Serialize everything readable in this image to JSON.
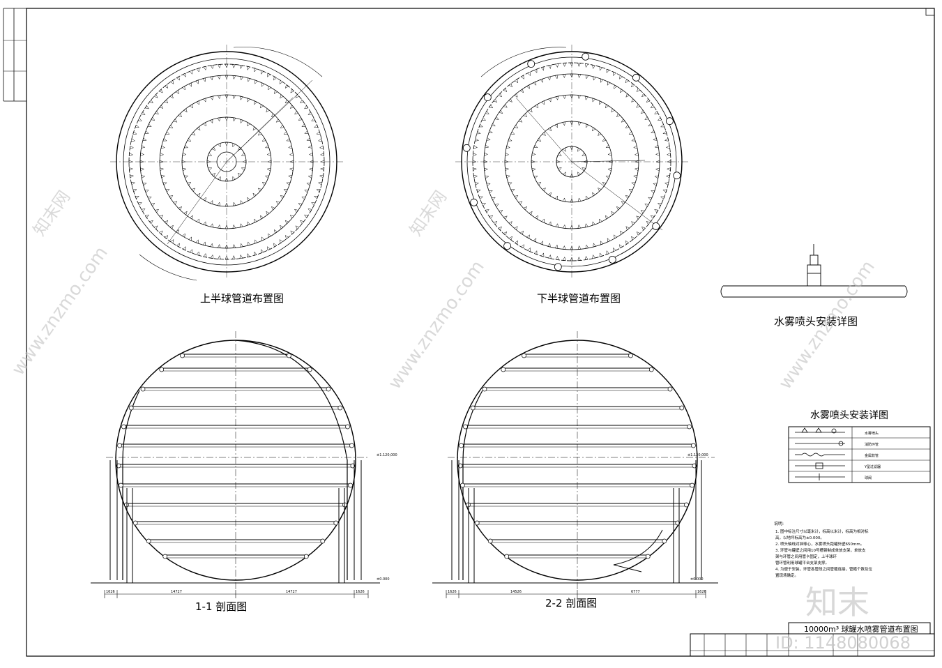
{
  "titles": {
    "upper_plan": "上半球管道布置图",
    "lower_plan": "下半球管道布置图",
    "nozzle_detail": "水雾喷头安装详图",
    "section_1": "1-1 剖面图",
    "section_2": "2-2 剖面图"
  },
  "legend": {
    "title": "水雾喷头安装详图",
    "rows": [
      "水雾喷头",
      "消防环管",
      "金属软管",
      "Y型过滤器",
      "球阀"
    ]
  },
  "notes": {
    "heading": "说明:",
    "lines": [
      "1. 图中标注尺寸以毫米计，标高以米计，标高为相对标",
      "高，以地坪标高为±0.000。",
      "2. 喷头轴线对准球心，水雾喷头距罐外壁650mm。",
      "3. 环管与罐壁之间用10号槽钢制成单放支架，单放支",
      "架与环管之间用管卡固定，上半球环",
      "管环管利用球罐平台支架支撑。",
      "4. 为便于安装，环管各管段之间管箍连接，管箍个数及位",
      "置现场确定。"
    ]
  },
  "drawing_title": "10000m³ 球罐水喷雾管道布置图",
  "dimensions": {
    "s1_bottom": [
      "1626",
      "14727",
      "14727",
      "1626"
    ],
    "s2_bottom": [
      "1626",
      "14526",
      "6777",
      "1626"
    ],
    "elev_right_1": "±1.120,000",
    "elev_right_2": "±1.120,000",
    "elev_base": "±0.000"
  },
  "watermark": {
    "site": "www.znzmo.com",
    "brand": "知末网",
    "logo": "知末",
    "id_text": "ID: 1148080068"
  }
}
